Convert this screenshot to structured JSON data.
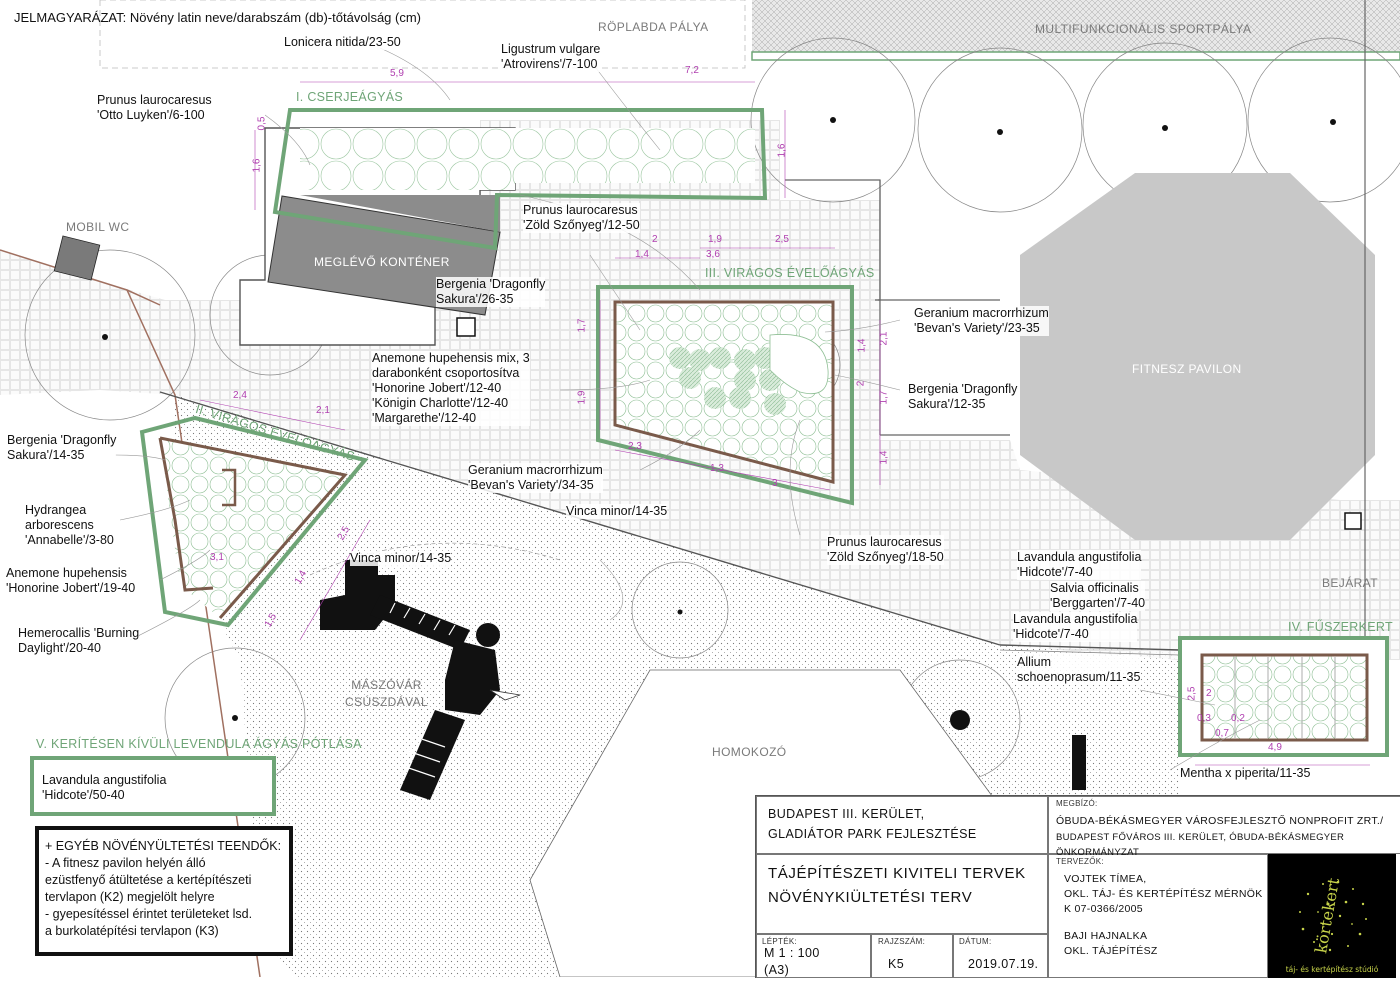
{
  "legend": "JELMAGYARÁZAT: Növény latin neve/darabszám (db)-tőtávolság (cm)",
  "areas": {
    "roplabda": "RÖPLABDA PÁLYA",
    "sportpalya": "MULTIFUNKCIONÁLIS SPORTPÁLYA",
    "mobil_wc": "MOBIL WC",
    "kontener": "MEGLÉVŐ KONTÉNER",
    "fitnesz": "FITNESZ PAVILON",
    "maszovar": "MÁSZÓVÁR\nCSÚSZDÁVAL",
    "homokozo": "HOMOKOZÓ",
    "bejarat": "BEJÁRAT"
  },
  "beds": {
    "b1": "I. CSERJEÁGYÁS",
    "b2": "II. VIRÁGOS ÉVELŐÁGYÁS",
    "b3": "III. VIRÁGOS ÉVELŐÁGYÁS",
    "b4": "IV. FŰSZERKERT",
    "b5": "V. KERÍTÉSEN KÍVÜLI LEVENDULA ÁGYÁS PÓTLÁSA"
  },
  "plants": {
    "lonicera": "Lonicera nitida/23-50",
    "ligustrum": "Ligustrum vulgare\n'Atrovirens'/7-100",
    "prunus_otto": "Prunus laurocaresus\n'Otto Luyken'/6-100",
    "prunus_zold1": "Prunus laurocaresus\n'Zöld Szőnyeg'/12-50",
    "bergenia_26": "Bergenia 'Dragonfly\nSakura'/26-35",
    "anemone_mix": "Anemone hupehensis mix, 3\ndarabonként csoportosítva\n'Honorine Jobert'/12-40\n'Königin Charlotte'/12-40\n'Margarethe'/12-40",
    "geranium_23": "Geranium macrorrhizum\n'Bevan's Variety'/23-35",
    "bergenia_12": "Bergenia 'Dragonfly\nSakura'/12-35",
    "geranium_34": "Geranium macrorrhizum\n'Bevan's Variety'/34-35",
    "vinca_14_35a": "Vinca minor/14-35",
    "bergenia_14": "Bergenia 'Dragonfly\nSakura'/14-35",
    "hydrangea": "Hydrangea\narborescens\n'Annabelle'/3-80",
    "anemone_19": "Anemone hupehensis\n'Honorine Jobert'/19-40",
    "hemerocallis": "Hemerocallis 'Burning\nDaylight'/20-40",
    "vinca_14_35b": "Vinca minor/14-35",
    "prunus_zold2": "Prunus laurocaresus\n'Zöld Szőnyeg'/18-50",
    "lavandula_a": "Lavandula angustifolia\n'Hidcote'/7-40",
    "salvia": "Salvia officinalis\n'Berggarten'/7-40",
    "lavandula_b": "Lavandula angustifolia\n'Hidcote'/7-40",
    "allium": "Allium\nschoenoprasum/11-35",
    "mentha": "Mentha x piperita/11-35",
    "lavandula_50": "Lavandula angustifolia\n'Hidcote'/50-40"
  },
  "dims": {
    "d59": "5,9",
    "d72": "7,2",
    "d05": "0,5",
    "d16a": "1,6",
    "d16b": "1,6",
    "d2": "2",
    "d19": "1,9",
    "d25": "2,5",
    "d14a": "1,4",
    "d36": "3,6",
    "d17a": "1,7",
    "d19b": "1,9",
    "d14b": "1,4",
    "d21": "2,1",
    "d2b": "2",
    "d17b": "1,7",
    "d14c": "1,4",
    "d23": "2,3",
    "d13": "1,3",
    "d3": "3",
    "d24": "2,4",
    "d21b": "2,1",
    "d31": "3,1",
    "d15": "1,5",
    "d14d": "1,4",
    "d25b": "2,5",
    "d2c": "2",
    "d03": "0,3",
    "d02": "0,2",
    "d07": "0,7",
    "d49": "4,9",
    "d25c": "2,5"
  },
  "other_tasks": {
    "title": "+ EGYÉB NÖVÉNYÜLTETÉSI TEENDŐK:",
    "item1": "- A fitnesz pavilon helyén álló\nezüstfenyő átültetése a kertépítészeti\ntervlapon (K2) megjelölt helyre",
    "item2": "- gyepesítéssel érintet területeket lsd.\na burkolatépítési tervlapon (K3)"
  },
  "title_block": {
    "project": "BUDAPEST III. KERÜLET,\nGLADIÁTOR PARK FEJLESZTÉSE",
    "plan_title": "TÁJÉPÍTÉSZETI KIVITELI TERVEK\nNÖVÉNYKIÜLTETÉSI TERV",
    "client_label": "MEGBÍZÓ:",
    "client1": "ÓBUDA-BÉKÁSMEGYER VÁROSFEJLESZTŐ NONPROFIT ZRT./",
    "client2": "BUDAPEST FŐVÁROS III. KERÜLET, ÓBUDA-BÉKÁSMEGYER ÖNKORMÁNYZAT",
    "designer_label": "TERVEZŐK:",
    "designer1": "VOJTEK TÍMEA,\nOKL. TÁJ- ÉS KERTÉPÍTÉSZ MÉRNÖK\nK 07-0366/2005",
    "designer2": "BAJI HAJNALKA\nOKL. TÁJÉPÍTÉSZ",
    "scale_label": "LÉPTÉK:",
    "scale": "M 1 : 100\n(A3)",
    "sheet_label": "RAJZSZÁM:",
    "sheet": "K5",
    "date_label": "DÁTUM:",
    "date": "2019.07.19.",
    "logo_text": "körtekert",
    "logo_sub": "táj- és kertépítész stúdió"
  },
  "colors": {
    "green": "#6fa577",
    "brown": "#7a5a4a",
    "pavilion": "#c8c8c8",
    "container": "#8c8c8c",
    "dim": "#b040b0"
  }
}
